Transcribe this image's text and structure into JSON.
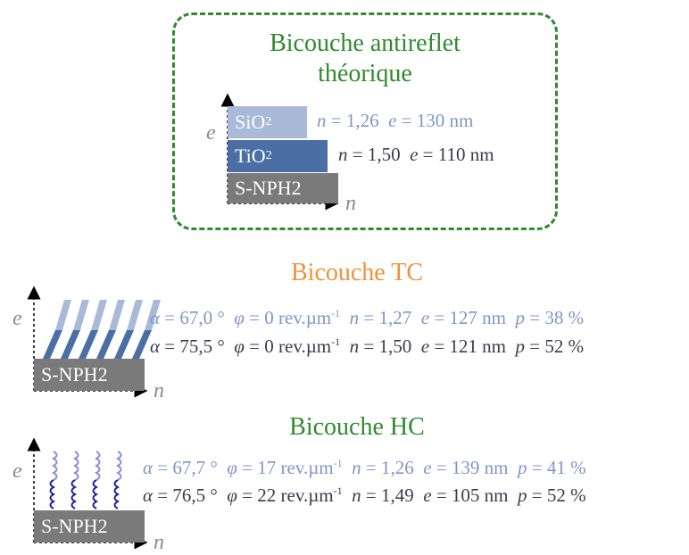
{
  "theoretical": {
    "title_line1": "Bicouche antireflet",
    "title_line2": "théorique",
    "axis_e": "e",
    "axis_n": "n",
    "layer_top": {
      "base": "SiO",
      "sub": "2",
      "n_label": "n",
      "n_val": " = 1,26",
      "e_label": "e",
      "e_val": " = 130 nm"
    },
    "layer_mid": {
      "base": "TiO",
      "sub": "2",
      "n_label": "n",
      "n_val": " = 1,50",
      "e_label": "e",
      "e_val": " = 110 nm"
    },
    "substrate": "S-NPH2"
  },
  "tc": {
    "title": "Bicouche TC",
    "axis_e": "e",
    "axis_n": "n",
    "substrate": "S-NPH2",
    "row1": {
      "alpha": "α",
      "alpha_val": " = 67,0 °",
      "phi": "φ",
      "phi_val": " = 0 rev.µm",
      "phi_exp": "-1",
      "n": "n",
      "n_val": " = 1,27",
      "e": "e",
      "e_val": " = 127 nm",
      "p": "p",
      "p_val": " = 38 %"
    },
    "row2": {
      "alpha": "α",
      "alpha_val": " = 75,5 °",
      "phi": "φ",
      "phi_val": " = 0 rev.µm",
      "phi_exp": "-1",
      "n": "n",
      "n_val": " = 1,50",
      "e": "e",
      "e_val": " = 121 nm",
      "p": "p",
      "p_val": " = 52 %"
    }
  },
  "hc": {
    "title": "Bicouche HC",
    "axis_e": "e",
    "axis_n": "n",
    "substrate": "S-NPH2",
    "row1": {
      "alpha": "α",
      "alpha_val": " = 67,7 °",
      "phi": "φ",
      "phi_val": " = 17 rev.µm",
      "phi_exp": "-1",
      "n": "n",
      "n_val": " = 1,26",
      "e": "e",
      "e_val": " = 139 nm",
      "p": "p",
      "p_val": " = 41 %"
    },
    "row2": {
      "alpha": "α",
      "alpha_val": " = 76,5 °",
      "phi": "φ",
      "phi_val": " = 22 rev.µm",
      "phi_exp": "-1",
      "n": "n",
      "n_val": " = 1,49",
      "e": "e",
      "e_val": " = 105 nm",
      "p": "p",
      "p_val": " = 52 %"
    }
  },
  "colors": {
    "green": "#2e8b2e",
    "orange": "#f0913a",
    "sio2": "#a9bad9",
    "tio2": "#4a6fa5",
    "substrate": "#7a7a7a",
    "helix_light": "#8c8cd8",
    "helix_dark": "#1f1f9a"
  }
}
